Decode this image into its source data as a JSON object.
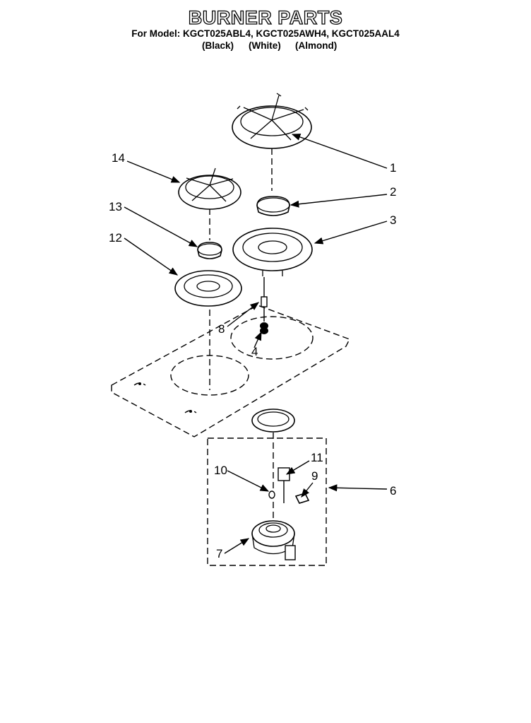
{
  "title": "BURNER PARTS",
  "model_line": "For Model: KGCT025ABL4, KGCT025AWH4, KGCT025AAL4",
  "colors": [
    "(Black)",
    "(White)",
    "(Almond)"
  ],
  "callouts": [
    "1",
    "2",
    "3",
    "14",
    "13",
    "12",
    "8",
    "4",
    "11",
    "10",
    "9",
    "6",
    "7"
  ]
}
